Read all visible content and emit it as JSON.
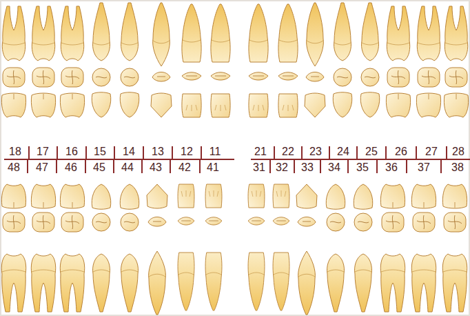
{
  "diagram": {
    "labels": [
      "18",
      "17",
      "16",
      "15",
      "14",
      "13",
      "12",
      "11",
      "21",
      "22",
      "23",
      "24",
      "25",
      "26",
      "27",
      "28",
      "48",
      "47",
      "46",
      "45",
      "44",
      "43",
      "42",
      "41",
      "31",
      "32",
      "33",
      "34",
      "35",
      "36",
      "37",
      "38"
    ]
  }
}
